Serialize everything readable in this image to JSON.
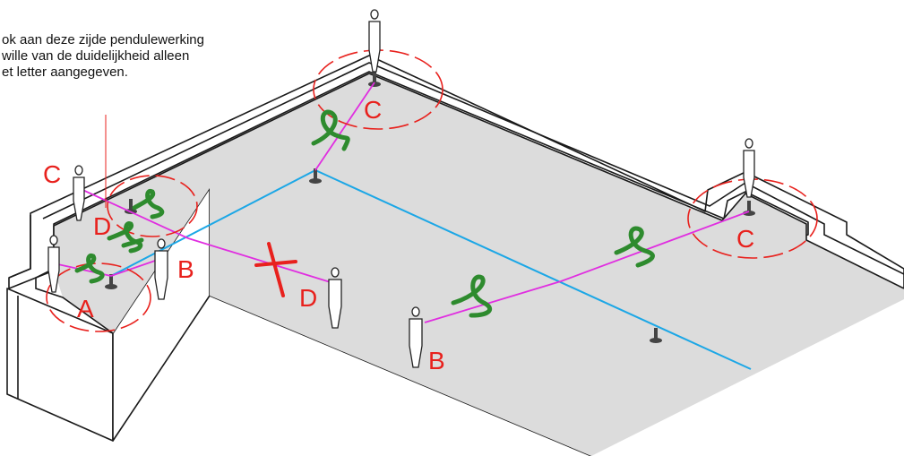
{
  "note": {
    "lines": [
      "ok aan deze zijde pendulewerking",
      "wille van de duidelijkheid alleen",
      "et letter aangegeven."
    ]
  },
  "labels": {
    "a": "A",
    "b_left": "B",
    "b_center": "B",
    "c_left": "C",
    "c_top": "C",
    "c_right": "C",
    "d_left": "D",
    "d_center": "D"
  },
  "colors": {
    "roof": "#dcdcdc",
    "lifeline": "#1ca7e6",
    "tether": "#e02ee0",
    "label": "#e8211d",
    "rope_coil": "#2e8b2e",
    "cross": "#e8211d",
    "outline": "#1a1a1a"
  }
}
